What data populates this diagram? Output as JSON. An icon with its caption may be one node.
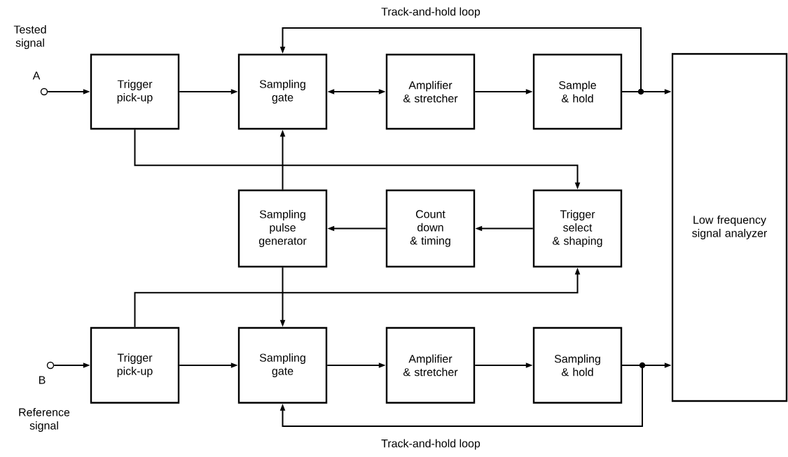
{
  "diagram": {
    "nodes": [
      {
        "text": [],
        "shape": "circle",
        "beside": [
          "Tested signal",
          "A"
        ]
      },
      {
        "text": [
          "Trigger pick-up"
        ]
      },
      {
        "text": [
          "Sampling gate"
        ]
      },
      {
        "text": [
          "Amplifier & stretcher"
        ]
      },
      {
        "text": [
          "Sample & hold"
        ]
      },
      {
        "text": [
          "Low frequency signal analyzer"
        ]
      },
      {
        "text": [
          "Sampling pulse generator"
        ]
      },
      {
        "text": [
          "Count down & timing"
        ]
      },
      {
        "text": [
          "Trigger select & shaping"
        ]
      },
      {
        "text": [],
        "shape": "circle",
        "beside": [
          "B",
          "Reference signal"
        ]
      },
      {
        "text": [
          "Trigger pick-up"
        ]
      },
      {
        "text": [
          "Sampling gate"
        ]
      },
      {
        "text": [
          "Amplifier & stretcher"
        ]
      },
      {
        "text": [
          "Sampling & hold"
        ]
      }
    ],
    "edges": [
      {
        "from": 0,
        "to": 1,
        "arrow": "to"
      },
      {
        "from": 1,
        "to": 2,
        "arrow": "to"
      },
      {
        "from": 2,
        "to": 3,
        "arrow": "both"
      },
      {
        "from": 3,
        "to": 4,
        "arrow": "to"
      },
      {
        "from": 4,
        "to": 5,
        "arrow": "to"
      },
      {
        "from": 4,
        "to": 2,
        "arrow": "to",
        "label": "Track-and-hold loop"
      },
      {
        "from": 1,
        "to": 8,
        "arrow": "to"
      },
      {
        "from": 6,
        "to": 2,
        "arrow": "to"
      },
      {
        "from": 8,
        "to": 7,
        "arrow": "to"
      },
      {
        "from": 7,
        "to": 6,
        "arrow": "to"
      },
      {
        "from": 6,
        "to": 11,
        "arrow": "to"
      },
      {
        "from": 10,
        "to": 8,
        "arrow": "to"
      },
      {
        "from": 9,
        "to": 10,
        "arrow": "to"
      },
      {
        "from": 10,
        "to": 11,
        "arrow": "to"
      },
      {
        "from": 11,
        "to": 12,
        "arrow": "to"
      },
      {
        "from": 12,
        "to": 13,
        "arrow": "to"
      },
      {
        "from": 13,
        "to": 5,
        "arrow": "to"
      },
      {
        "from": 13,
        "to": 11,
        "arrow": "to",
        "label": "Track-and-hold loop"
      }
    ]
  }
}
